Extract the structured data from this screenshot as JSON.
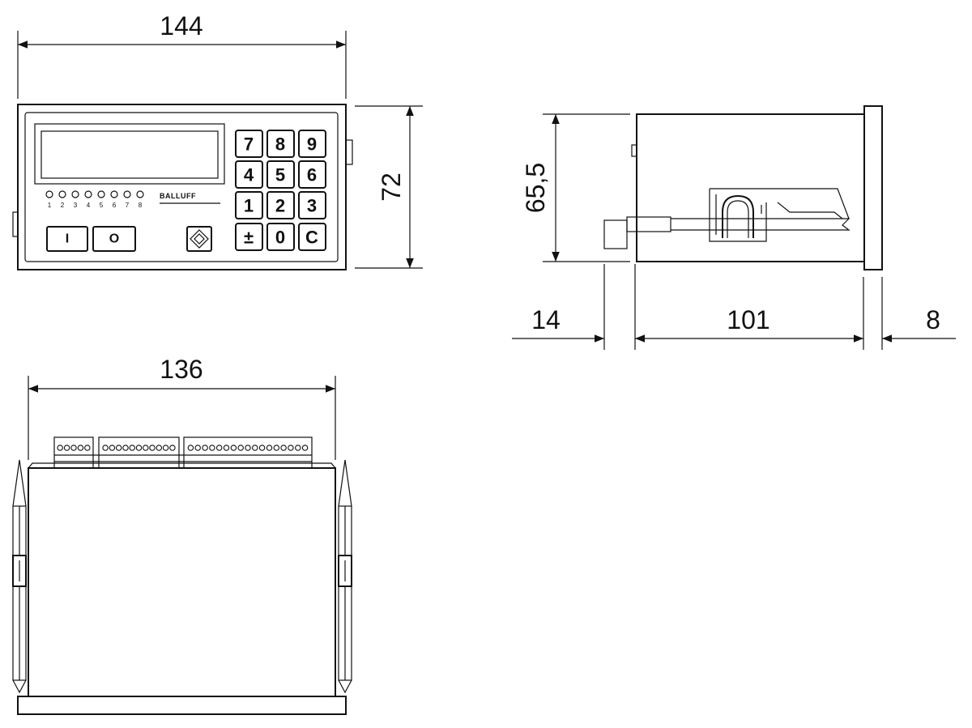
{
  "dimensions": {
    "front_width": "144",
    "front_height": "72",
    "side_height": "65,5",
    "side_front_depth": "14",
    "side_body_depth": "101",
    "side_bezel": "8",
    "top_width": "136"
  },
  "keypad": {
    "keys": [
      "7",
      "8",
      "9",
      "4",
      "5",
      "6",
      "1",
      "2",
      "3",
      "±",
      "0",
      "C"
    ]
  },
  "led_labels": [
    "1",
    "2",
    "3",
    "4",
    "5",
    "6",
    "7",
    "8"
  ],
  "brand": "BALLUFF",
  "function_buttons": {
    "on": "I",
    "off": "O"
  }
}
